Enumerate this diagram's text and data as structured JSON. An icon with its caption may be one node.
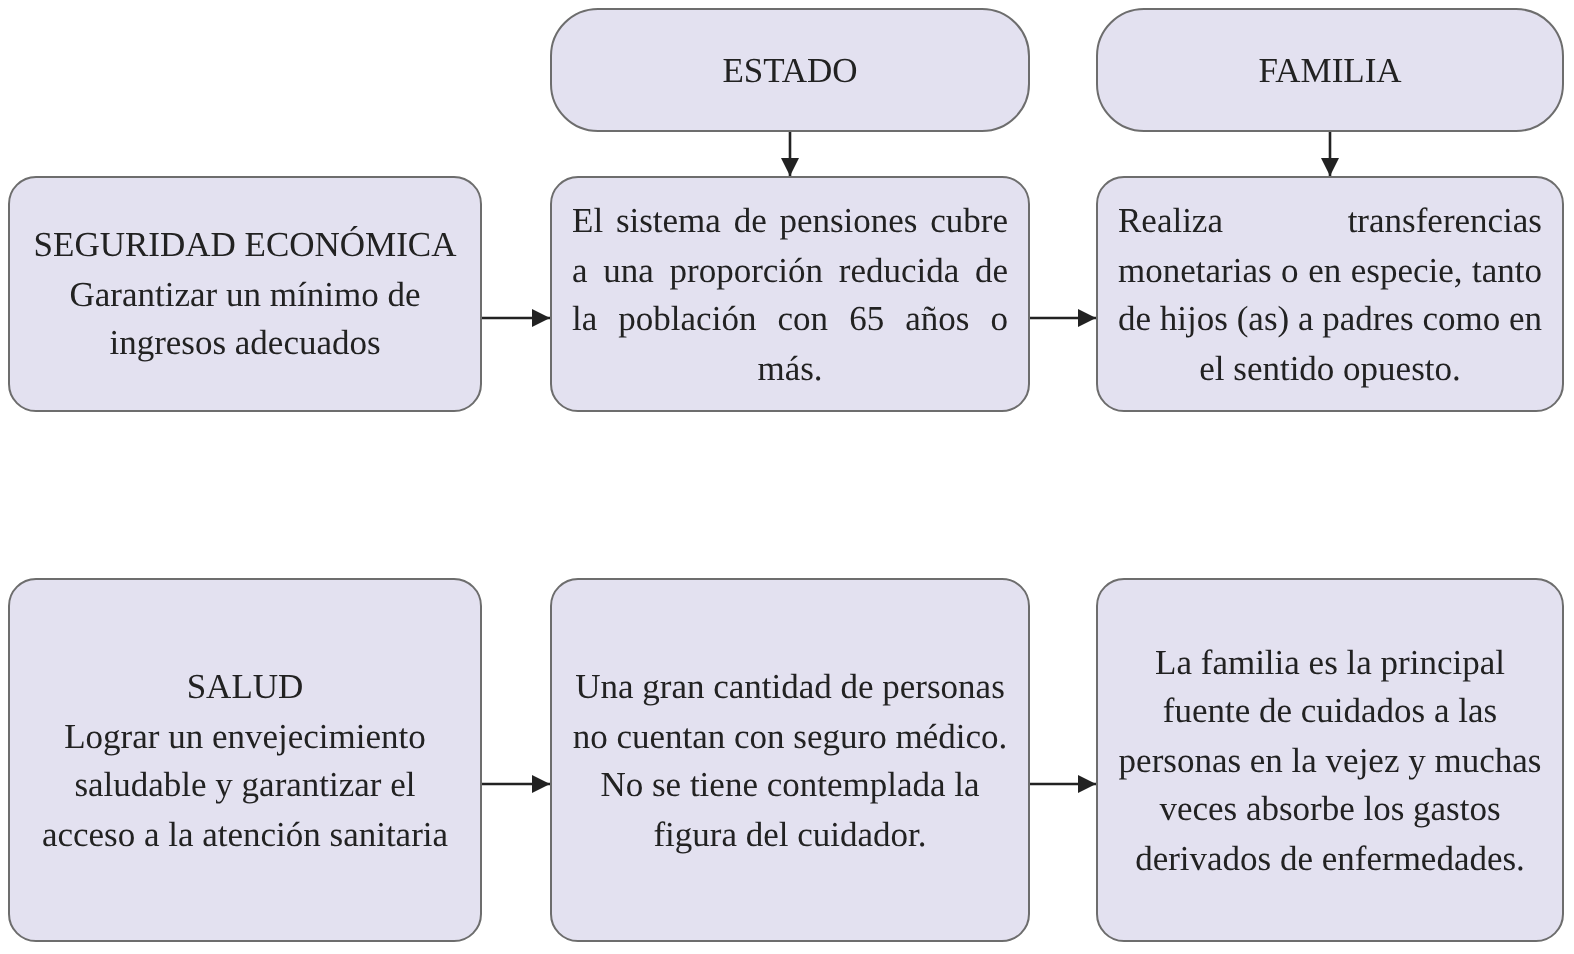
{
  "diagram": {
    "nodes": [
      {
        "text": [
          "ESTADO"
        ]
      },
      {
        "text": [
          "FAMILIA"
        ]
      },
      {
        "text": [
          "SEGURIDAD ECONÓMICA",
          "Garantizar un mínimo de ingresos adecuados"
        ]
      },
      {
        "text": [
          "El sistema de pensiones cubre a una proporción reducida de la población con 65 años o más."
        ]
      },
      {
        "text": [
          "Realiza transferencias monetarias o en especie, tanto de hijos (as) a padres como en el sentido opuesto."
        ]
      },
      {
        "text": [
          "SALUD",
          "Lograr un envejecimiento saludable y garantizar el acceso a la atención sanitaria"
        ]
      },
      {
        "text": [
          "Una gran cantidad de personas no cuentan con seguro médico. No se tiene contemplada la figura del cuidador."
        ]
      },
      {
        "text": [
          "La familia es la principal fuente de cuidados a las personas en la vejez y muchas veces absorbe los gastos derivados de enfermedades."
        ]
      }
    ],
    "edges": [
      {
        "from": 0,
        "to": 3,
        "arrow": "to"
      },
      {
        "from": 1,
        "to": 4,
        "arrow": "to"
      },
      {
        "from": 2,
        "to": 3,
        "arrow": "to"
      },
      {
        "from": 3,
        "to": 4,
        "arrow": "to"
      },
      {
        "from": 5,
        "to": 6,
        "arrow": "to"
      },
      {
        "from": 6,
        "to": 7,
        "arrow": "to"
      }
    ]
  }
}
